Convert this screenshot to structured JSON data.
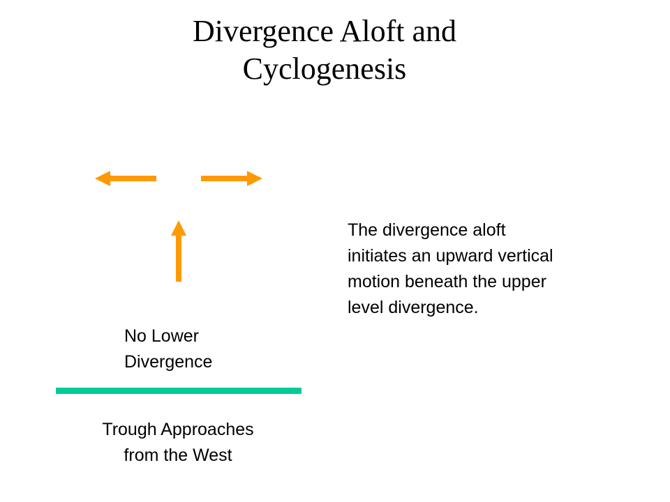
{
  "title": "Divergence Aloft and\nCyclogenesis",
  "colors": {
    "arrow": "#FF9900",
    "trough_line": "#00CC99",
    "text": "#000000",
    "background": "#FFFFFF"
  },
  "diagram": {
    "upper_arrows": [
      "arrow-left-icon",
      "arrow-right-icon"
    ],
    "vertical_arrow": "arrow-up-icon",
    "lower_label": "No Lower\nDivergence",
    "trough_label": "Trough Approaches\nfrom the West"
  },
  "explanation": "The divergence aloft\ninitiates an upward vertical\nmotion beneath the upper\nlevel divergence."
}
